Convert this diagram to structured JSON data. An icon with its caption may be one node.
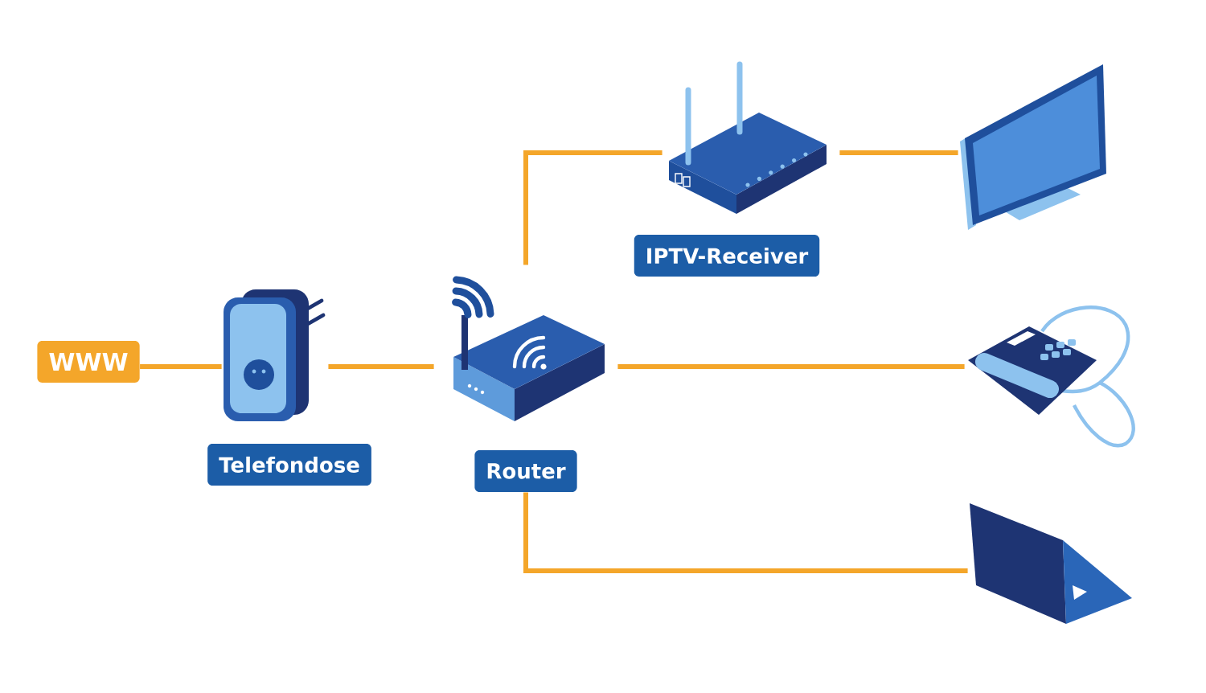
{
  "diagram": {
    "nodes": [
      {
        "text": [
          "WWW"
        ]
      },
      {
        "text": [
          "Telefondose"
        ]
      },
      {
        "text": [
          "Router"
        ]
      },
      {
        "text": [
          "IPTV-Receiver"
        ]
      },
      {
        "text": [],
        "shape": "picture"
      },
      {
        "text": [],
        "shape": "picture"
      },
      {
        "text": [],
        "shape": "picture"
      }
    ],
    "edges": [
      {
        "from": 0,
        "to": 1,
        "arrow": "none"
      },
      {
        "from": 1,
        "to": 2,
        "arrow": "none"
      },
      {
        "from": 2,
        "to": 3,
        "arrow": "none"
      },
      {
        "from": 3,
        "to": 4,
        "arrow": "none"
      },
      {
        "from": 2,
        "to": 5,
        "arrow": "none"
      },
      {
        "from": 2,
        "to": 6,
        "arrow": "none"
      }
    ]
  }
}
